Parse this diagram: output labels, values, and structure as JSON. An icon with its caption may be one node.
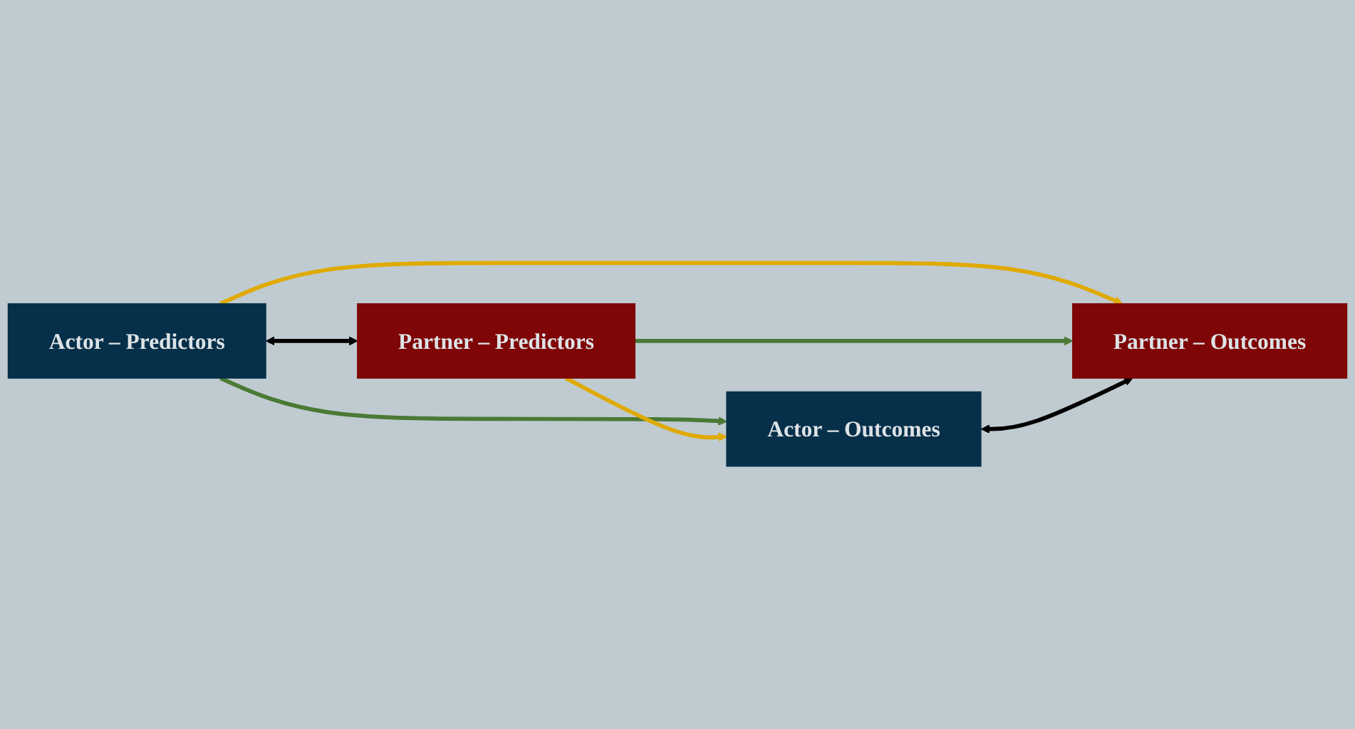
{
  "diagram": {
    "nodes": [
      {
        "text": [
          "Actor – Predictors"
        ]
      },
      {
        "text": [
          "Actor – Outcomes"
        ]
      },
      {
        "text": [
          "Partner – Predictors"
        ]
      },
      {
        "text": [
          "Partner – Outcomes"
        ]
      }
    ],
    "edges": [
      {
        "from": 0,
        "to": 1,
        "arrow": "to",
        "color": "#4a7a35"
      },
      {
        "from": 0,
        "to": 3,
        "arrow": "to",
        "color": "#e0aa00"
      },
      {
        "from": 0,
        "to": 2,
        "arrow": "both",
        "color": "#000000"
      },
      {
        "from": 2,
        "to": 1,
        "arrow": "to",
        "color": "#e0aa00"
      },
      {
        "from": 2,
        "to": 3,
        "arrow": "to",
        "color": "#4a7a35"
      },
      {
        "from": 1,
        "to": 3,
        "arrow": "both",
        "color": "#000000"
      }
    ]
  }
}
